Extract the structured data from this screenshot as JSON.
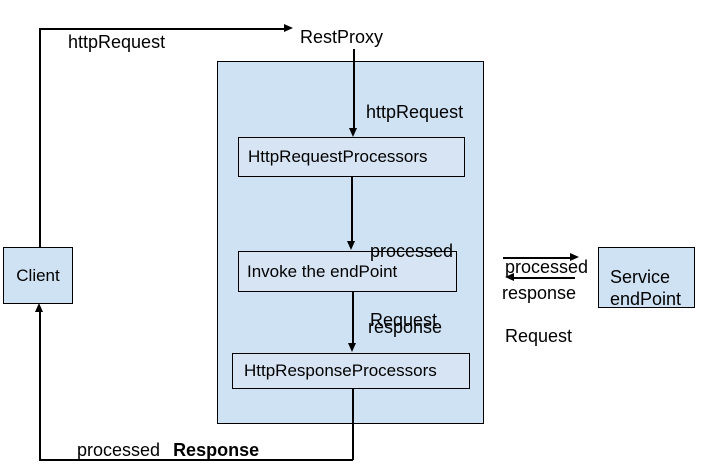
{
  "nodes": {
    "client": {
      "label": "Client"
    },
    "rest_proxy": {
      "label": "RestProxy"
    },
    "http_request_processors": {
      "label": "HttpRequestProcessors"
    },
    "invoke_endpoint": {
      "label": "Invoke the endPoint"
    },
    "http_response_processors": {
      "label": "HttpResponseProcessors"
    },
    "service_endpoint": {
      "label_line1": "Service",
      "label_line2": "endPoint"
    }
  },
  "edge_labels": {
    "client_to_restproxy": "httpRequest",
    "restproxy_to_request_processors": "httpRequest",
    "request_processors_to_invoke_line1": "processed",
    "request_processors_to_invoke_line2": "Request",
    "invoke_to_response_processors": "response",
    "invoke_to_service_line1": "processed",
    "invoke_to_service_line2": "Request",
    "service_to_invoke": "response",
    "return_to_client_word1": "processed",
    "return_to_client_word2": "Response"
  },
  "colors": {
    "background": "#ffffff",
    "node_fill": "#cfe2f3",
    "inner_node_fill": "#d6e4f3",
    "border": "#000000",
    "line": "#000000",
    "text": "#000000"
  }
}
